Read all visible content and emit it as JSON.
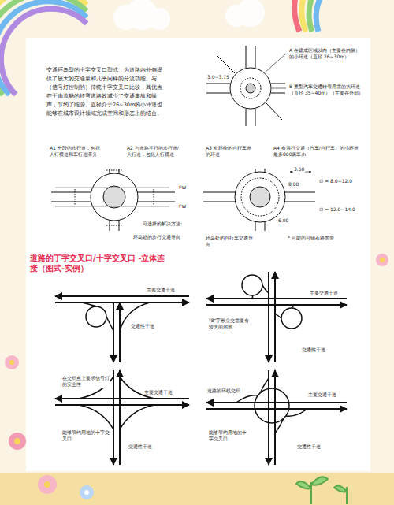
{
  "diagram": {
    "title": "道路的丁字交叉口/十字交叉口 -立体连接（图式-实例）",
    "labels": [
      "交通环岛型的十字交叉口型式，为道路内外侧提供了较大的交通量和几乎同样的分流功能。与（信号灯控制的）传统十字交叉口比较，其优点在于由流畅的转弯道路效减少了交通事故和噪声，节约了能源。直径介于26~30m的小环道也能够在城市设计领域完成空间和形态上的结合。",
      "A 在建成区域以内（主要在内侧）的小环道（直径 26~30m）",
      "B 重型汽车交通转弯用需的大环道（直径 35~40m）（主要在外部）",
      "3.0~3.75",
      "A1 分段的步行道，包括人行横道和车行道滞分",
      "A2 与道路平行的步行道/人行道，包括人行横道",
      "FW",
      "FW",
      "可选择的解决方法:",
      "环岛处的步行交通导向",
      "A3 有环绕的自行车道的环道",
      "A4 有混行交通（汽车/自行车）的小环道最多800辆车/h",
      "3.50",
      "∅ = 8.0~12.0",
      "8.00",
      "6.00",
      "∅ = 12.0~14.0",
      "环岛处的自行车交通导向",
      "* 可能的可铺石路面带",
      "主要交通干道",
      "交通性干道",
      "\"8\"字形立交需要有较大的用地",
      "主要交通干道",
      "交通性干道",
      "在交织点上要求信号灯的安全性",
      "主要交通干道",
      "能够节约用地的十字交叉口",
      "交通性干道",
      "道路的环线交织",
      "主要交通干道",
      "能够节约用地的十字交叉口",
      "交通性干道"
    ]
  }
}
